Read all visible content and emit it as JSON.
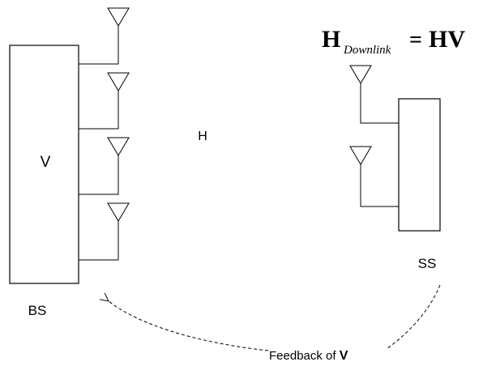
{
  "labels": {
    "bs_matrix": "V",
    "channel": "H",
    "bs": "BS",
    "ss": "SS"
  },
  "equation": {
    "lhs_symbol": "H",
    "lhs_subscript": "Downlink",
    "equals": "=",
    "rhs": "HV"
  },
  "feedback": {
    "prefix": "Feedback of ",
    "symbol": "V"
  },
  "colors": {
    "stroke": "#000000",
    "background": "#ffffff"
  }
}
